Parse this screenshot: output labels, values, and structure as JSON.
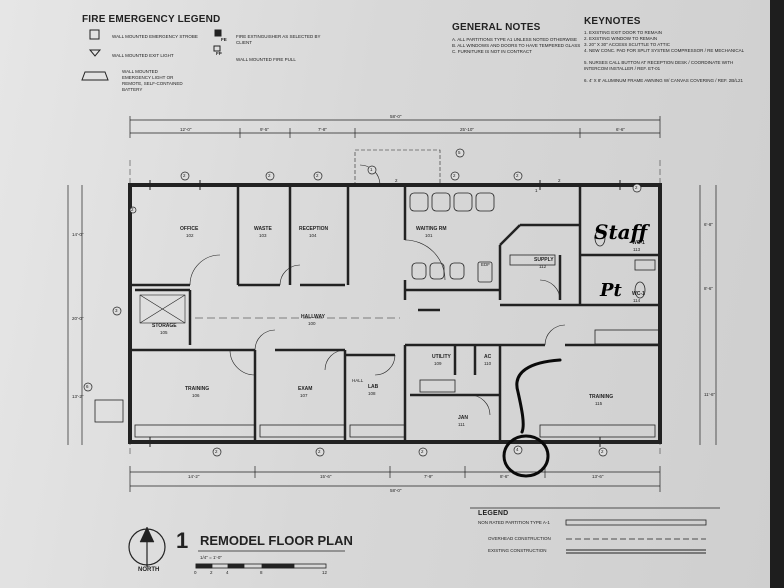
{
  "legend_fire": {
    "title": "FIRE EMERGENCY LEGEND",
    "strobe": "WALL MOUNTED EMERGENCY STROBE",
    "extinguisher": "FIRE EXTINGUISHER AS SELECTED BY CLIENT",
    "extinguisher_tag": "FE",
    "exit_light": "WALL MOUNTED EXIT LIGHT",
    "fire_pull": "WALL MOUNTED FIRE PULL",
    "fire_pull_tag": "FP",
    "emergency_light": "WALL MOUNTED EMERGENCY LIGHT OR REMOTE, SELF-CONTAINED BATTERY"
  },
  "general_notes": {
    "title": "GENERAL NOTES",
    "items": [
      "A. ALL PARTITIONS TYPE A1 UNLESS NOTED OTHERWISE",
      "B. ALL WINDOWS AND DOORS TO HAVE TEMPERED GLASS",
      "C. FURNITURE IS NOT IN CONTRACT"
    ]
  },
  "keynotes": {
    "title": "KEYNOTES",
    "items": [
      "1. EXISTING EXIT DOOR TO REMAIN",
      "2. EXISTING WINDOW TO REMAIN",
      "3. 20\" X 30\" ACCESS SCUTTLE TO ATTIC",
      "4. NEW CONC. PAD FOR SPLIT SYSTEM COMPRESSOR / RE MECHANICAL",
      "5. NURSES CALL BUTTON AT RECEPTION DESK / COORDINATE WITH INTERCOM INSTALLER / REF. ET-01",
      "6. 4' X 8' ALUMINUM FRAME AWNING W/ CANVAS COVERING / REF. 2B/L21"
    ]
  },
  "rooms": {
    "office": "OFFICE",
    "office_no": "102",
    "waste": "WASTE",
    "waste_no": "103",
    "reception": "RECEPTION",
    "reception_no": "104",
    "waiting": "WAITING RM",
    "waiting_no": "101",
    "supply": "SUPPLY",
    "supply_no": "112",
    "wc1": "WC-1",
    "wc1_no": "113",
    "wc2": "WC-1",
    "wc2_no": "114",
    "storage": "STORAGE",
    "storage_no": "105",
    "hallway": "HALLWAY",
    "hallway_no": "100",
    "training1": "TRAINING",
    "training1_no": "106",
    "exam": "EXAM",
    "exam_no": "107",
    "lab": "LAB",
    "lab_no": "108",
    "utility": "UTILITY",
    "utility_no": "109",
    "ac": "AC",
    "ac_no": "110",
    "jan": "JAN",
    "jan_no": "111",
    "training2": "TRAINING",
    "training2_no": "115",
    "edf": "EDF",
    "hall_tag": "HALL"
  },
  "handwriting": {
    "staff": "Staff",
    "pt": "Pt"
  },
  "dimensions": {
    "top_overall": "58'-0\"",
    "top": [
      "12'-0\"",
      "9'-5\"",
      "7'-8\"",
      "25'-10\"",
      "6'-6\""
    ],
    "bottom_overall": "58'-0\"",
    "bottom": [
      "14'-2\"",
      "15'-6\"",
      "7'-9\"",
      "8'-6\"",
      "13'-6\""
    ],
    "left": [
      "14'-0\"",
      "20'-0\"",
      "13'-2\""
    ],
    "right": [
      "6'-8\"",
      "8'-6\"",
      "11'-6\""
    ]
  },
  "title_block": {
    "number": "1",
    "title": "REMODEL FLOOR PLAN",
    "scale": "1/4\" = 1'-0\"",
    "north": "NORTH",
    "scale_ticks": [
      "0",
      "2",
      "4",
      "8",
      "12"
    ]
  },
  "line_legend": {
    "title": "LEGEND",
    "partition": "NON RATED PARTITION TYPE A-1",
    "overhead": "OVERHEAD CONSTRUCTION",
    "existing": "EXISTING CONSTRUCTION"
  },
  "callouts": [
    "2",
    "2",
    "2",
    "2",
    "2",
    "2",
    "2",
    "2",
    "2",
    "2",
    "2",
    "2",
    "2",
    "1",
    "3",
    "5",
    "6",
    "1",
    "4"
  ]
}
